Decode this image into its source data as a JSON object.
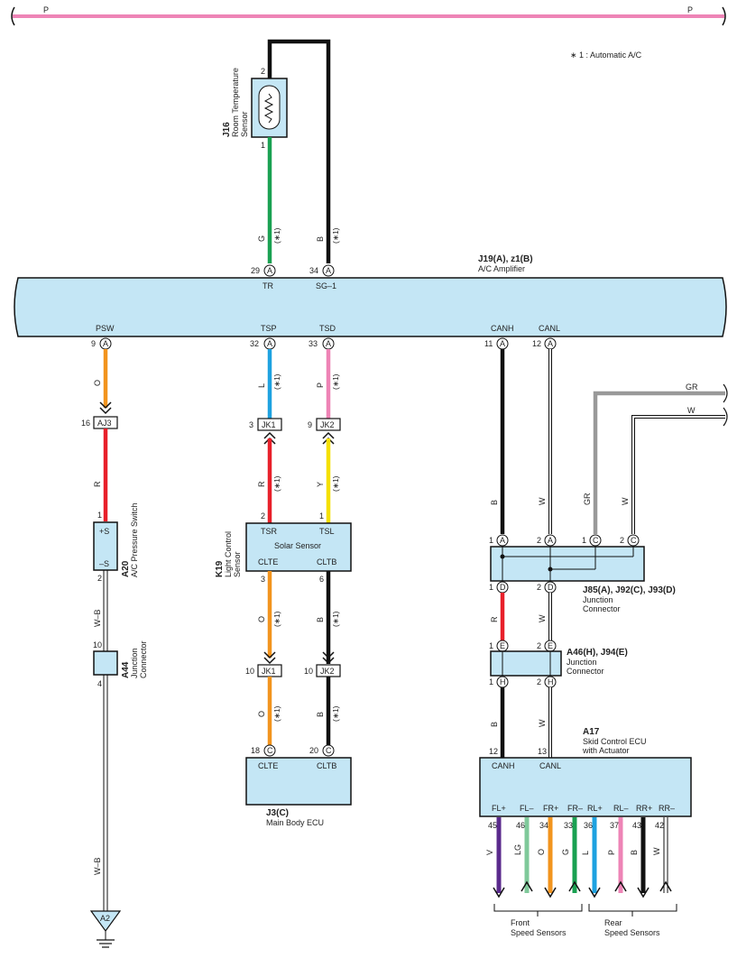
{
  "top_bus": {
    "left_label": "P",
    "right_label": "P"
  },
  "note": "∗ 1 : Automatic A/C",
  "sensor_j16": {
    "code": "J16",
    "name_line1": "Room Temperature",
    "name_line2": "Sensor",
    "pin_top": "2",
    "pin_bottom": "1"
  },
  "amplifier": {
    "code": "J19(A), z1(B)",
    "name": "A/C Amplifier",
    "top_pins": [
      {
        "num": "29",
        "conn": "A",
        "label": "TR",
        "wire": "G",
        "note": "(∗1)"
      },
      {
        "num": "34",
        "conn": "A",
        "label": "SG–1",
        "wire": "B",
        "note": "(∗1)"
      }
    ],
    "bottom_pins": [
      {
        "num": "9",
        "conn": "A",
        "label": "PSW"
      },
      {
        "num": "32",
        "conn": "A",
        "label": "TSP"
      },
      {
        "num": "33",
        "conn": "A",
        "label": "TSD"
      },
      {
        "num": "11",
        "conn": "A",
        "label": "CANH"
      },
      {
        "num": "12",
        "conn": "A",
        "label": "CANL"
      }
    ]
  },
  "psw_branch": {
    "wire1": "O",
    "conn_pin": "16",
    "conn": "AJ3",
    "wire2": "R",
    "switch": {
      "code": "A20",
      "name": "A/C Pressure Switch",
      "pin_top": "1",
      "pin_bottom": "2",
      "plus": "+S",
      "minus": "–S"
    },
    "wire3": "W–B",
    "junction": {
      "code": "A44",
      "name_line1": "Junction",
      "name_line2": "Connector",
      "pin_top": "10",
      "pin_bottom": "4"
    },
    "wire4": "W–B",
    "ground": "A2"
  },
  "solar": {
    "wire_tsp": "L",
    "wire_tsd": "P",
    "note": "(∗1)",
    "conn1_pin": "3",
    "conn1": "JK1",
    "conn2_pin": "9",
    "conn2": "JK2",
    "wire_tsr": "R",
    "wire_tsl": "Y",
    "sensor": {
      "code": "K19",
      "name_line1": "Light Control",
      "name_line2": "Sensor",
      "title": "Solar Sensor",
      "pin_tsr": "2",
      "pin_tsl": "1",
      "pin_clte": "3",
      "pin_cltb": "6",
      "label_tsr": "TSR",
      "label_tsl": "TSL",
      "label_clte": "CLTE",
      "label_cltb": "CLTB"
    },
    "wire_clte": "O",
    "wire_cltb": "B",
    "conn3_pin": "10",
    "conn3": "JK1",
    "conn4_pin": "10",
    "conn4": "JK2",
    "wire_clte2": "O",
    "wire_cltb2": "B",
    "ecu": {
      "code": "J3(C)",
      "name": "Main Body ECU",
      "pin1": "18",
      "conn1": "C",
      "pin2": "20",
      "conn2": "C",
      "label1": "CLTE",
      "label2": "CLTB"
    }
  },
  "can": {
    "wire_gr_right": "GR",
    "wire_w_right": "W",
    "wire_canh": "B",
    "wire_canl": "W",
    "wire_gr": "GR",
    "wire_w": "W",
    "jc1": {
      "code": "J85(A), J92(C), J93(D)",
      "name_line1": "Junction",
      "name_line2": "Connector",
      "pins_top": [
        {
          "num": "1",
          "conn": "A"
        },
        {
          "num": "2",
          "conn": "A"
        },
        {
          "num": "1",
          "conn": "C"
        },
        {
          "num": "2",
          "conn": "C"
        }
      ],
      "pins_bottom": [
        {
          "num": "1",
          "conn": "D"
        },
        {
          "num": "2",
          "conn": "D"
        }
      ]
    },
    "wire_mid_l": "R",
    "wire_mid_r": "W",
    "jc2": {
      "code": "A46(H), J94(E)",
      "name_line1": "Junction",
      "name_line2": "Connector",
      "pins_top": [
        {
          "num": "1",
          "conn": "E"
        },
        {
          "num": "2",
          "conn": "E"
        }
      ],
      "pins_bottom": [
        {
          "num": "1",
          "conn": "H"
        },
        {
          "num": "2",
          "conn": "H"
        }
      ]
    },
    "wire_low_l": "B",
    "wire_low_r": "W",
    "skid": {
      "code": "A17",
      "name_line1": "Skid Control ECU",
      "name_line2": "with Actuator",
      "pin_canh": "12",
      "pin_canl": "13",
      "label_canh": "CANH",
      "label_canl": "CANL",
      "outputs": [
        {
          "label": "FL+",
          "pin": "45",
          "wire": "V",
          "color": "#5a2a8c",
          "dir": "down"
        },
        {
          "label": "FL–",
          "pin": "46",
          "wire": "LG",
          "color": "#7fc99a",
          "dir": "up"
        },
        {
          "label": "FR+",
          "pin": "34",
          "wire": "O",
          "color": "#f2941e",
          "dir": "down"
        },
        {
          "label": "FR–",
          "pin": "33",
          "wire": "G",
          "color": "#1aa152",
          "dir": "up"
        },
        {
          "label": "RL+",
          "pin": "36",
          "wire": "L",
          "color": "#1ea2e0",
          "dir": "down"
        },
        {
          "label": "RL–",
          "pin": "37",
          "wire": "P",
          "color": "#ee84b6",
          "dir": "up"
        },
        {
          "label": "RR+",
          "pin": "43",
          "wire": "B",
          "color": "#111111",
          "dir": "down"
        },
        {
          "label": "RR–",
          "pin": "42",
          "wire": "W",
          "color": "#ffffff",
          "dir": "up"
        }
      ]
    },
    "front_line1": "Front",
    "front_line2": "Speed Sensors",
    "rear_line1": "Rear",
    "rear_line2": "Speed Sensors"
  },
  "colors": {
    "pink": "#ee84b6",
    "green": "#1aa152",
    "black": "#111111",
    "orange": "#f2941e",
    "red": "#e8202a",
    "blue": "#1ea2e0",
    "yellow": "#f5e000",
    "grey": "#999999",
    "box": "#c4e6f5"
  }
}
